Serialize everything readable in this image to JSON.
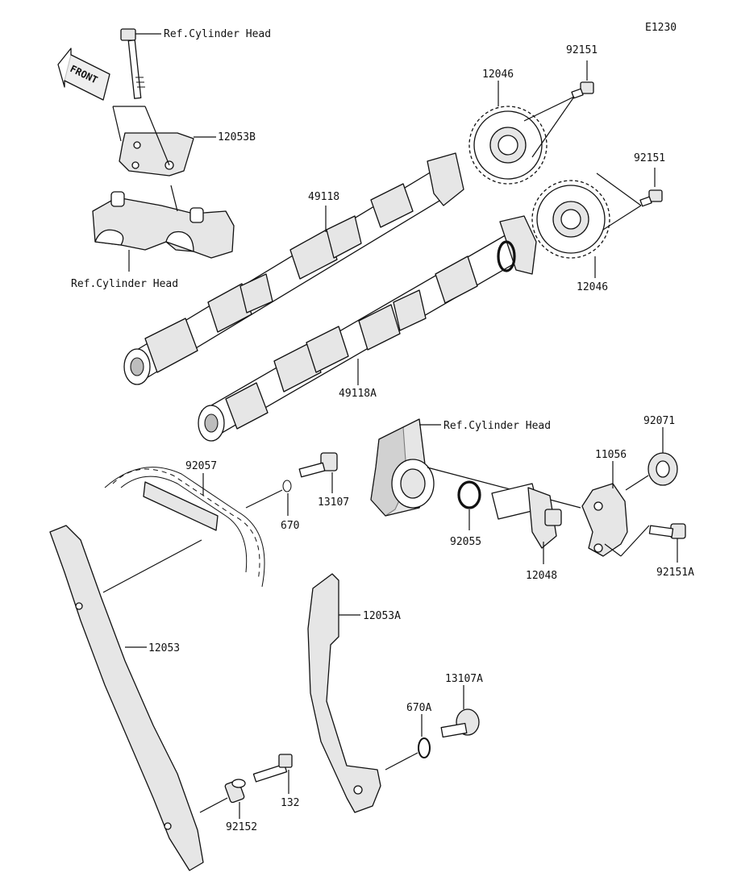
{
  "diagram_code": "E1230",
  "front_marker": "FRONT",
  "labels": {
    "ref_head_top": "Ref.Cylinder Head",
    "ref_head_left": "Ref.Cylinder Head",
    "ref_head_right": "Ref.Cylinder Head",
    "p12053B": "12053B",
    "p12046_top": "12046",
    "p92151_top": "92151",
    "p92151_mid": "92151",
    "p49118": "49118",
    "p12046_bottom": "12046",
    "p49118A": "49118A",
    "p92057": "92057",
    "p13107": "13107",
    "p670": "670",
    "p92055": "92055",
    "p12048": "12048",
    "p11056": "11056",
    "p92071": "92071",
    "p92151A": "92151A",
    "p12053A": "12053A",
    "p12053": "12053",
    "p13107A": "13107A",
    "p670A": "670A",
    "p132": "132",
    "p92152": "92152"
  }
}
